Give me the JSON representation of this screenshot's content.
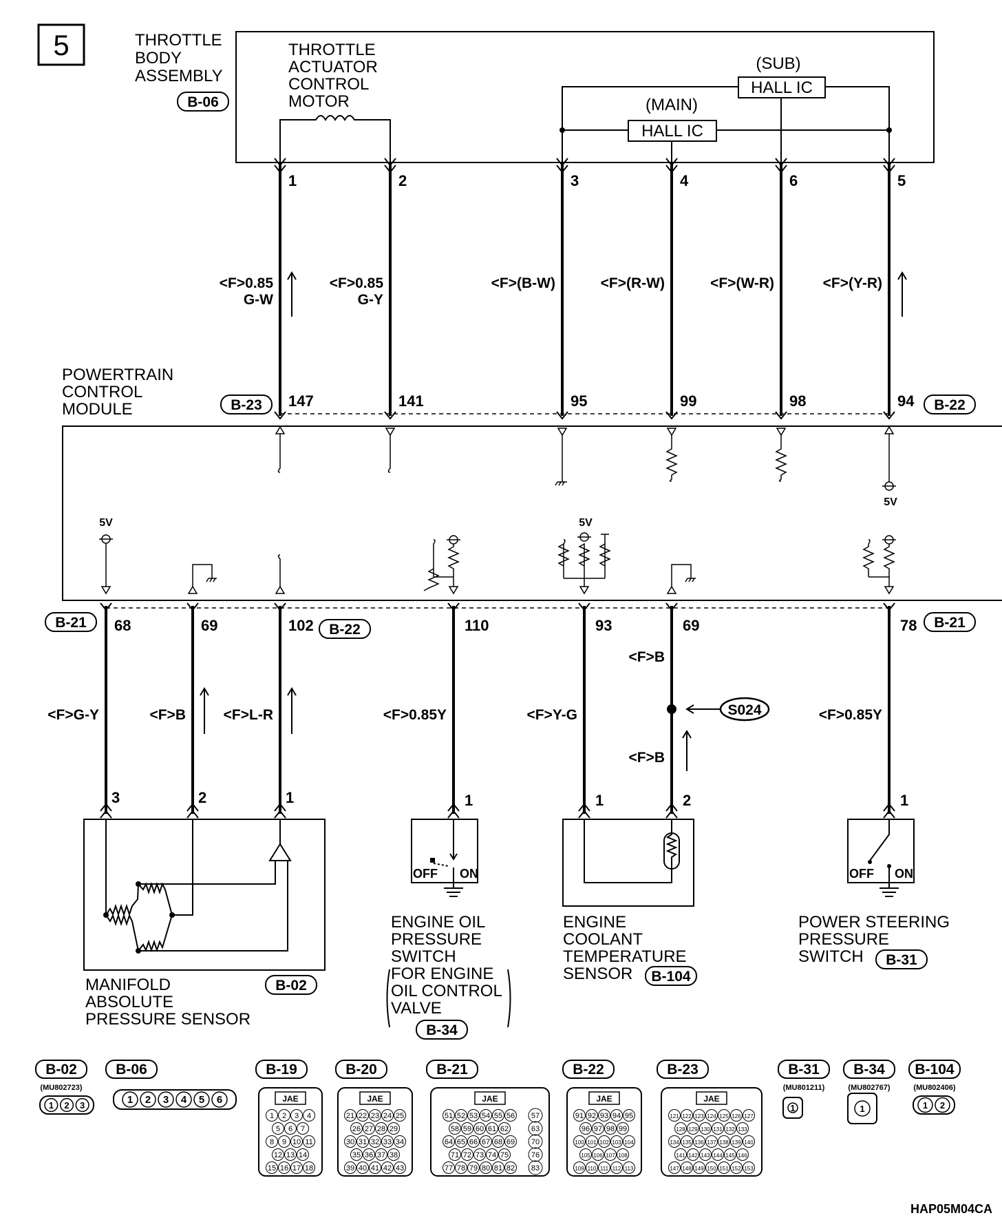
{
  "page": {
    "number": "5",
    "figure_code": "HAP05M04CA"
  },
  "components": {
    "throttle": {
      "lines": [
        "THROTTLE",
        "BODY",
        "ASSEMBLY"
      ],
      "connector": "B-06"
    },
    "motor": {
      "lines": [
        "THROTTLE",
        "ACTUATOR",
        "CONTROL",
        "MOTOR"
      ]
    },
    "hall_main": {
      "label": "HALL IC",
      "tag": "(MAIN)"
    },
    "hall_sub": {
      "label": "HALL IC",
      "tag": "(SUB)"
    },
    "pcm": {
      "lines": [
        "POWERTRAIN",
        "CONTROL",
        "MODULE"
      ]
    },
    "map_sensor": {
      "lines": [
        "MANIFOLD",
        "ABSOLUTE",
        "PRESSURE SENSOR"
      ],
      "connector": "B-02"
    },
    "oil_switch": {
      "lines": [
        "ENGINE OIL",
        "PRESSURE",
        "SWITCH"
      ],
      "note": [
        "FOR ENGINE",
        "OIL CONTROL",
        "VALVE"
      ],
      "connector": "B-34",
      "off": "OFF",
      "on": "ON"
    },
    "coolant": {
      "lines": [
        "ENGINE",
        "COOLANT",
        "TEMPERATURE",
        "SENSOR"
      ],
      "connector": "B-104"
    },
    "ps_switch": {
      "lines": [
        "POWER STEERING",
        "PRESSURE",
        "SWITCH"
      ],
      "connector": "B-31",
      "off": "OFF",
      "on": "ON"
    },
    "splice": "S024",
    "volt": "5V"
  },
  "upper_wires": [
    {
      "from_pin": "1",
      "to_pin": "147",
      "wire": "<F>0.85",
      "color": "G-W"
    },
    {
      "from_pin": "2",
      "to_pin": "141",
      "wire": "<F>0.85",
      "color": "G-Y"
    },
    {
      "from_pin": "3",
      "to_pin": "95",
      "wire": "<F>(B-W)"
    },
    {
      "from_pin": "4",
      "to_pin": "99",
      "wire": "<F>(R-W)"
    },
    {
      "from_pin": "6",
      "to_pin": "98",
      "wire": "<F>(W-R)"
    },
    {
      "from_pin": "5",
      "to_pin": "94",
      "wire": "<F>(Y-R)"
    }
  ],
  "upper_connectors": [
    "B-23",
    "B-22"
  ],
  "lower_wires": [
    {
      "pcm_pin": "68",
      "comp_pin": "3",
      "wire": "<F>G-Y"
    },
    {
      "pcm_pin": "69",
      "comp_pin": "2",
      "wire": "<F>B"
    },
    {
      "pcm_pin": "102",
      "comp_pin": "1",
      "wire": "<F>L-R"
    },
    {
      "pcm_pin": "110",
      "comp_pin": "1",
      "wire": "<F>0.85Y"
    },
    {
      "pcm_pin": "93",
      "comp_pin": "1",
      "wire": "<F>Y-G"
    },
    {
      "pcm_pin": "69",
      "comp_pin": "2",
      "wire": "<F>B",
      "wire2": "<F>B"
    },
    {
      "pcm_pin": "78",
      "comp_pin": "1",
      "wire": "<F>0.85Y"
    }
  ],
  "lower_connectors": [
    "B-21",
    "B-22",
    "B-21"
  ],
  "connector_views": [
    {
      "name": "B-02",
      "part": "(MU802723)",
      "pins": [
        "1",
        "2",
        "3"
      ]
    },
    {
      "name": "B-06",
      "pins": [
        "1",
        "2",
        "3",
        "4",
        "5",
        "6"
      ]
    },
    {
      "name": "B-19",
      "maker": "JAE",
      "rows": [
        [
          "1",
          "2",
          "3",
          "4"
        ],
        [
          "5",
          "6",
          "7"
        ],
        [
          "8",
          "9",
          "10",
          "11"
        ],
        [
          "12",
          "13",
          "14"
        ],
        [
          "15",
          "16",
          "17",
          "18"
        ]
      ]
    },
    {
      "name": "B-20",
      "maker": "JAE",
      "rows": [
        [
          "21",
          "22",
          "23",
          "24",
          "25"
        ],
        [
          "26",
          "27",
          "28",
          "29"
        ],
        [
          "30",
          "31",
          "32",
          "33",
          "34"
        ],
        [
          "35",
          "36",
          "37",
          "38"
        ],
        [
          "39",
          "40",
          "41",
          "42",
          "43"
        ]
      ]
    },
    {
      "name": "B-21",
      "maker": "JAE",
      "rows": [
        [
          "51",
          "52",
          "53",
          "54",
          "55",
          "56"
        ],
        [
          "58",
          "59",
          "60",
          "61",
          "62"
        ],
        [
          "64",
          "65",
          "66",
          "67",
          "68",
          "69"
        ],
        [
          "71",
          "72",
          "73",
          "74",
          "75"
        ],
        [
          "77",
          "78",
          "79",
          "80",
          "81",
          "82"
        ]
      ],
      "side": [
        "57",
        "63",
        "70",
        "76",
        "83"
      ]
    },
    {
      "name": "B-22",
      "maker": "JAE",
      "rows": [
        [
          "91",
          "92",
          "93",
          "94",
          "95"
        ],
        [
          "96",
          "97",
          "98",
          "99"
        ],
        [
          "100",
          "101",
          "102",
          "103",
          "104"
        ],
        [
          "105",
          "106",
          "107",
          "108"
        ],
        [
          "109",
          "110",
          "111",
          "112",
          "113"
        ]
      ]
    },
    {
      "name": "B-23",
      "maker": "JAE",
      "rows": [
        [
          "121",
          "122",
          "123",
          "124",
          "125",
          "126",
          "127"
        ],
        [
          "128",
          "129",
          "130",
          "131",
          "132",
          "133"
        ],
        [
          "134",
          "135",
          "136",
          "137",
          "138",
          "139",
          "140"
        ],
        [
          "141",
          "142",
          "143",
          "144",
          "145",
          "146"
        ],
        [
          "147",
          "148",
          "149",
          "150",
          "151",
          "152",
          "153"
        ]
      ]
    },
    {
      "name": "B-31",
      "part": "(MU801211)",
      "pins": [
        "1"
      ]
    },
    {
      "name": "B-34",
      "part": "(MU802767)",
      "pins": [
        "1"
      ]
    },
    {
      "name": "B-104",
      "part": "(MU802406)",
      "pins": [
        "1",
        "2"
      ]
    }
  ]
}
